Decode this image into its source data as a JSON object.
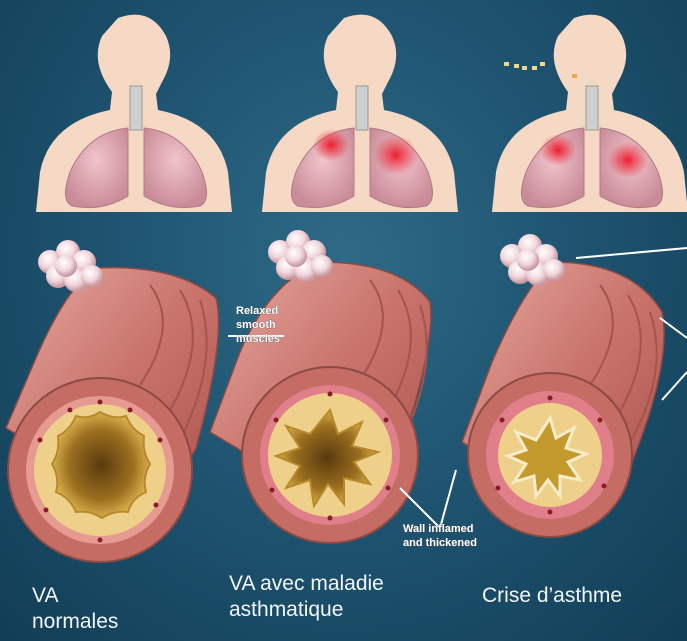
{
  "annotations": {
    "relaxed_line1": "Relaxed",
    "relaxed_line2": "smooth",
    "relaxed_line3": "muscles",
    "wall_line1": "Wall inflamed",
    "wall_line2": "and thickened"
  },
  "captions": {
    "normal": "VA\nnormales",
    "asthmatic": "VA avec maladie\nasthmatique",
    "attack": "Crise d’asthme"
  },
  "colors": {
    "background": "#1f5572",
    "skin": "#f6d9c4",
    "lung": "#d99aa6",
    "inflammation": "#e8303c",
    "airway_tissue": "#c9716a",
    "lumen": "#d4a23a"
  },
  "icons": {
    "breath": "breath-puff-icon"
  }
}
